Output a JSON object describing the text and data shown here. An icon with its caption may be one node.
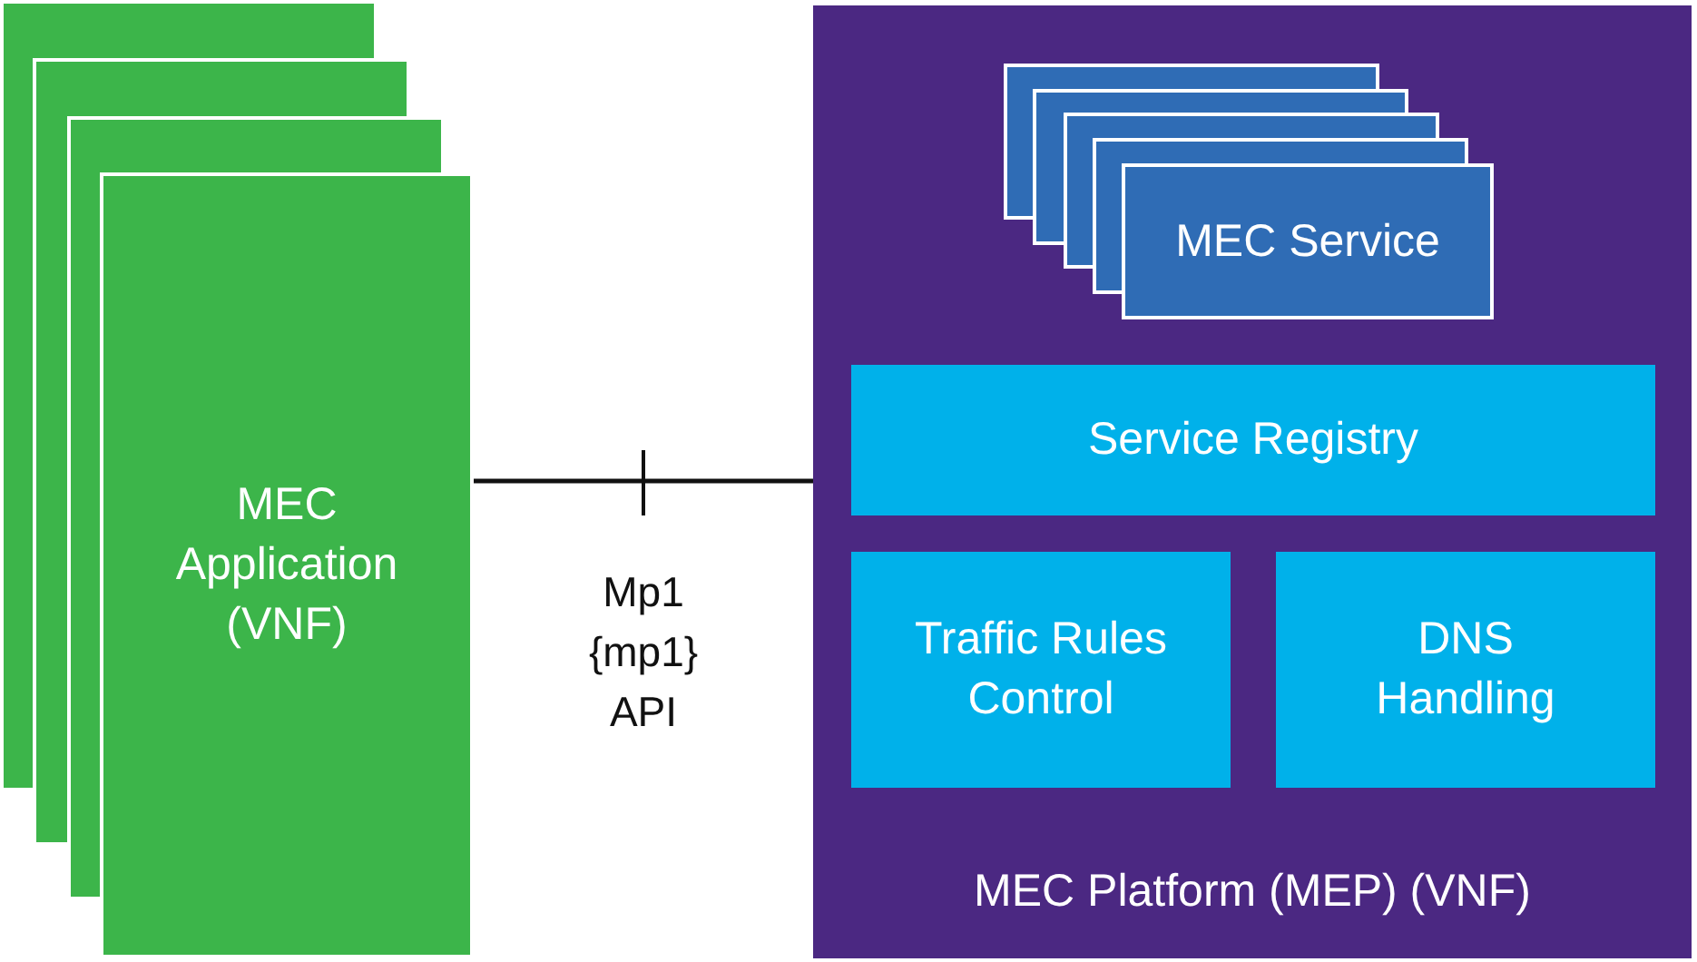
{
  "diagram": {
    "nodes": [
      {
        "text": [],
        "shape": "box"
      },
      {
        "text": [],
        "shape": "box"
      },
      {
        "text": [],
        "shape": "box"
      },
      {
        "text": [
          "MEC Application (VNF)"
        ]
      },
      {
        "text": [
          "MEC Platform (MEP) (VNF)"
        ]
      },
      {
        "text": [],
        "shape": "box",
        "in": 4
      },
      {
        "text": [],
        "shape": "box",
        "in": 4
      },
      {
        "text": [],
        "shape": "box",
        "in": 4
      },
      {
        "text": [],
        "shape": "box",
        "in": 4
      },
      {
        "text": [
          "MEC Service"
        ],
        "in": 4
      },
      {
        "text": [
          "Service Registry"
        ],
        "in": 4
      },
      {
        "text": [
          "Traffic Rules Control"
        ],
        "in": 4
      },
      {
        "text": [
          "DNS Handling"
        ],
        "in": 4
      }
    ],
    "edges": [
      {
        "from": 3,
        "to": 4,
        "arrow": "none",
        "label": "Mp1 {mp1} API"
      }
    ]
  }
}
